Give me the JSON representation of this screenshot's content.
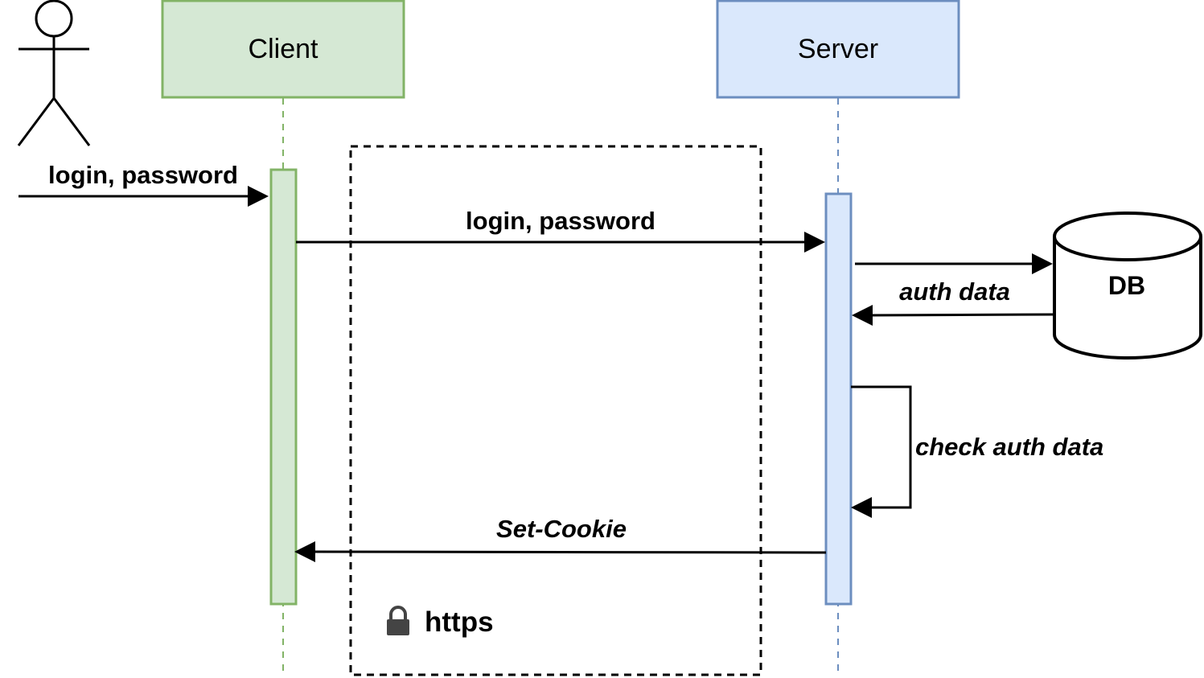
{
  "participants": {
    "client": {
      "label": "Client",
      "fill": "#d5e8d4",
      "stroke": "#82b366"
    },
    "server": {
      "label": "Server",
      "fill": "#dae8fc",
      "stroke": "#6c8ebf"
    }
  },
  "actor": {
    "icon": "stick-figure-actor-icon"
  },
  "messages": {
    "user_to_client": "login, password",
    "client_to_server": "login, password",
    "server_to_db": "",
    "db_to_server": "auth data",
    "self_check": "check auth data",
    "server_to_client": "Set-Cookie"
  },
  "database": {
    "label": "DB",
    "icon": "cylinder-database-icon"
  },
  "secure_channel": {
    "label": "https",
    "icon": "lock-icon",
    "border": "dashed"
  }
}
